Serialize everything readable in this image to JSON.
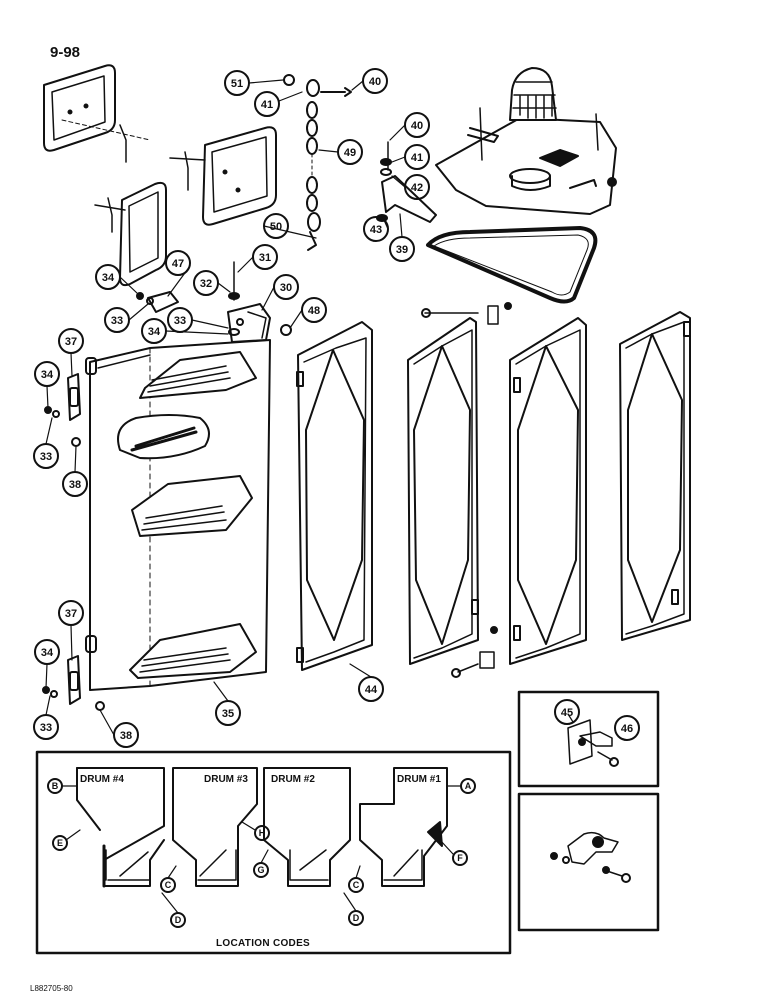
{
  "page": {
    "number": "9-98",
    "ref": "L882705-80"
  },
  "callouts": [
    "51",
    "41",
    "40",
    "49",
    "50",
    "31",
    "32",
    "30",
    "34",
    "33",
    "47",
    "48",
    "37",
    "38",
    "35",
    "44",
    "39",
    "43",
    "42",
    "45",
    "46"
  ],
  "location_codes": {
    "title": "LOCATION CODES",
    "drums": [
      "DRUM #4",
      "DRUM #3",
      "DRUM #2",
      "DRUM #1"
    ],
    "letters": [
      "A",
      "B",
      "C",
      "D",
      "E",
      "F",
      "G",
      "H"
    ]
  }
}
